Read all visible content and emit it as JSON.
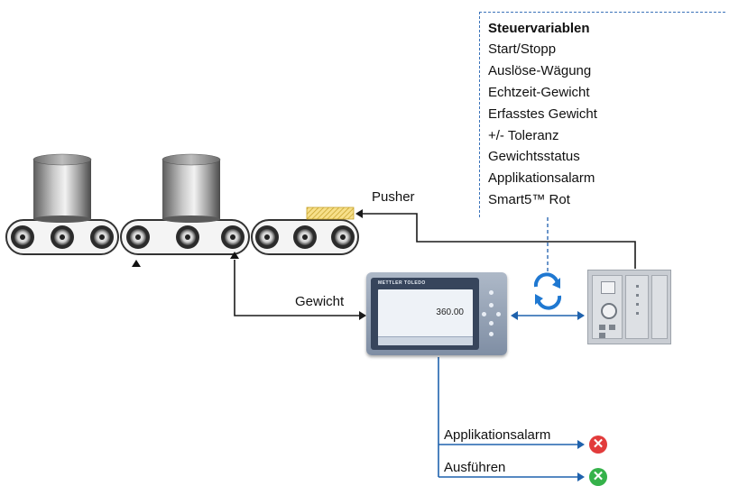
{
  "variables": {
    "title": "Steuervariablen",
    "items": [
      "Start/Stopp",
      "Auslöse-Wägung",
      "Echtzeit-Gewicht",
      "Erfasstes Gewicht",
      "+/- Toleranz",
      "Gewichtsstatus",
      "Applikationsalarm",
      "Smart5™ Rot"
    ]
  },
  "labels": {
    "pusher": "Pusher",
    "weight": "Gewicht",
    "alarm": "Applikationsalarm",
    "execute": "Ausführen"
  },
  "terminal": {
    "brand": "METTLER TOLEDO",
    "display_value": "360.00"
  },
  "status_icons": {
    "alarm": "error-x-icon",
    "execute": "ok-x-icon",
    "alarm_color": "#e23b3b",
    "execute_color": "#35b24a"
  },
  "colors": {
    "blue": "#1f62ad",
    "dashed_blue": "#3b73b9",
    "line_dark": "#1a1a1a"
  }
}
